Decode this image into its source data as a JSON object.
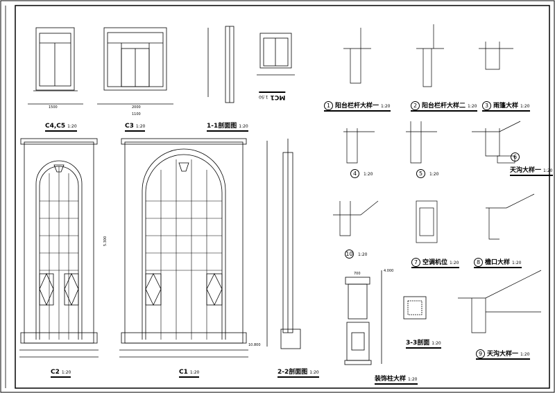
{
  "drawing_labels": {
    "c4c5": {
      "title": "C4,C5",
      "scale": "1:20"
    },
    "c3": {
      "title": "C3",
      "scale": "1:20"
    },
    "sec11": {
      "title": "1-1剖面图",
      "scale": "1:20"
    },
    "mc1": {
      "title": "MC1",
      "scale": "1:50"
    },
    "d1": {
      "num": "1",
      "title": "阳台栏杆大样一",
      "scale": "1:20"
    },
    "d2": {
      "num": "2",
      "title": "阳台栏杆大样二",
      "scale": "1:20"
    },
    "d3": {
      "num": "3",
      "title": "雨篷大样",
      "scale": "1:20"
    },
    "d4": {
      "num": "4",
      "scale": "1:20"
    },
    "d5": {
      "num": "5",
      "scale": "1:20"
    },
    "d6": {
      "num": "6",
      "title": "天沟大样一",
      "scale": "1:20"
    },
    "d10": {
      "num": "10",
      "scale": "1:20"
    },
    "d7": {
      "num": "7",
      "title": "空调机位",
      "scale": "1:20"
    },
    "d8": {
      "num": "8",
      "title": "檐口大样",
      "scale": "1:20"
    },
    "d9": {
      "num": "9",
      "title": "天沟大样一",
      "scale": "1:20"
    },
    "column": {
      "title": "装饰柱大样",
      "scale": "1:20"
    },
    "sec33": {
      "title": "3-3剖面",
      "scale": "1:20"
    },
    "c2": {
      "title": "C2",
      "scale": "1:20"
    },
    "c1": {
      "title": "C1",
      "scale": "1:20"
    },
    "sec22": {
      "title": "2-2剖面图",
      "scale": "1:20"
    }
  },
  "dimensions": {
    "c4_width": "1500",
    "c3_width": "2000",
    "c3_bottom": "1100",
    "c1_level": "10.800",
    "c2_height": "5.300",
    "column_top": "4.000",
    "column_width": "700"
  }
}
